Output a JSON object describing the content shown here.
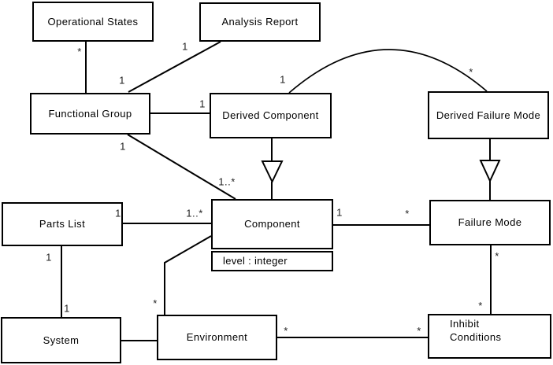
{
  "diagram": {
    "background_color": "#ffffff",
    "line_color": "#000000",
    "text_color": "#000000",
    "nodes": [
      {
        "id": "operational-states",
        "label": "Operational States"
      },
      {
        "id": "analysis-report",
        "label": "Analysis Report"
      },
      {
        "id": "functional-group",
        "label": "Functional Group"
      },
      {
        "id": "derived-component",
        "label": "Derived Component"
      },
      {
        "id": "derived-failure-mode",
        "label": "Derived Failure Mode"
      },
      {
        "id": "parts-list",
        "label": "Parts List"
      },
      {
        "id": "component",
        "label": "Component",
        "attributes": [
          "level : integer"
        ]
      },
      {
        "id": "failure-mode",
        "label": "Failure Mode"
      },
      {
        "id": "system",
        "label": "System"
      },
      {
        "id": "environment",
        "label": "Environment"
      },
      {
        "id": "inhibit-conditions",
        "label": "Inhibit Conditions",
        "lines": [
          "Inhibit",
          "Conditions"
        ]
      }
    ],
    "relationships": [
      {
        "between": [
          "operational-states",
          "functional-group"
        ],
        "type": "association",
        "labels": {
          "operational-states": "*"
        }
      },
      {
        "between": [
          "analysis-report",
          "functional-group"
        ],
        "type": "association",
        "labels": {
          "analysis-report": "1",
          "functional-group": "1"
        }
      },
      {
        "between": [
          "functional-group",
          "derived-component"
        ],
        "type": "association",
        "labels": {
          "derived-component": "1"
        }
      },
      {
        "between": [
          "derived-component",
          "derived-failure-mode"
        ],
        "type": "association-arc",
        "labels": {
          "derived-component": "1",
          "derived-failure-mode": "*"
        }
      },
      {
        "between": [
          "derived-component",
          "component"
        ],
        "type": "generalization"
      },
      {
        "between": [
          "derived-failure-mode",
          "failure-mode"
        ],
        "type": "generalization"
      },
      {
        "between": [
          "functional-group",
          "component"
        ],
        "type": "association",
        "labels": {
          "functional-group": "1",
          "component": "1..*"
        }
      },
      {
        "between": [
          "parts-list",
          "component"
        ],
        "type": "association",
        "labels": {
          "parts-list": "1",
          "component": "1..*"
        }
      },
      {
        "between": [
          "component",
          "failure-mode"
        ],
        "type": "association",
        "labels": {
          "component": "1",
          "failure-mode": "*"
        }
      },
      {
        "between": [
          "parts-list",
          "system"
        ],
        "type": "association",
        "labels": {
          "parts-list": "1",
          "system": "1"
        }
      },
      {
        "between": [
          "system",
          "environment"
        ],
        "type": "association",
        "labels": {}
      },
      {
        "between": [
          "component",
          "environment"
        ],
        "type": "association",
        "labels": {
          "environment": "*"
        }
      },
      {
        "between": [
          "failure-mode",
          "inhibit-conditions"
        ],
        "type": "association",
        "labels": {
          "failure-mode": "*",
          "inhibit-conditions": "*"
        }
      },
      {
        "between": [
          "environment",
          "inhibit-conditions"
        ],
        "type": "association",
        "labels": {
          "environment": "*",
          "inhibit-conditions": "*"
        }
      }
    ],
    "multiplicities": [
      {
        "text": "*",
        "near": "operational-states"
      },
      {
        "text": "1",
        "near": "analysis-report"
      },
      {
        "text": "1",
        "near": "functional-group"
      },
      {
        "text": "1",
        "near": "derived-component"
      },
      {
        "text": "1",
        "near": "derived-component"
      },
      {
        "text": "*",
        "near": "derived-failure-mode"
      },
      {
        "text": "1",
        "near": "functional-group"
      },
      {
        "text": "1..*",
        "near": "component"
      },
      {
        "text": "1",
        "near": "parts-list"
      },
      {
        "text": "1..*",
        "near": "component"
      },
      {
        "text": "1",
        "near": "component"
      },
      {
        "text": "*",
        "near": "failure-mode"
      },
      {
        "text": "1",
        "near": "parts-list"
      },
      {
        "text": "1",
        "near": "system"
      },
      {
        "text": "*",
        "near": "environment"
      },
      {
        "text": "*",
        "near": "failure-mode"
      },
      {
        "text": "*",
        "near": "inhibit-conditions"
      },
      {
        "text": "*",
        "near": "environment"
      },
      {
        "text": "*",
        "near": "inhibit-conditions"
      }
    ]
  }
}
